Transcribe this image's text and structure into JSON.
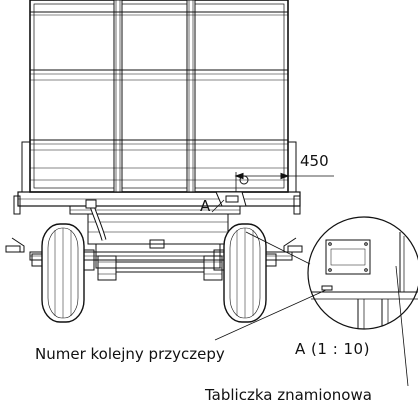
{
  "dimension": {
    "value": "450"
  },
  "view_marker": "A",
  "detail": {
    "title": "A  (1 : 10)"
  },
  "callouts": {
    "serial_number": "Numer kolejny przyczepy",
    "nameplate": "Tabliczka znamionowa"
  },
  "colors": {
    "line": "#111111",
    "fill_shade": "#e6e6e6",
    "background": "#ffffff"
  }
}
